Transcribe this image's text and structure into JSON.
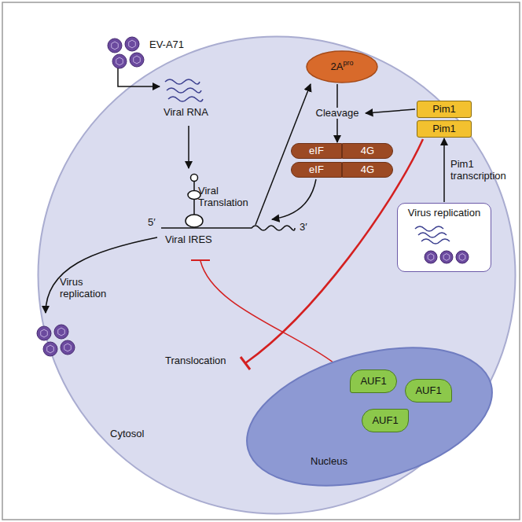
{
  "diagram": {
    "nodes": [
      {
        "text": [
          "Cytosol"
        ]
      },
      {
        "text": [
          "2A",
          "pro"
        ],
        "in": 0
      },
      {
        "text": [
          "Pim1"
        ],
        "in": 0
      },
      {
        "text": [
          "Pim1"
        ],
        "in": 0
      },
      {
        "text": [
          "eIF"
        ],
        "in": 0
      },
      {
        "text": [
          "4G"
        ],
        "in": 0
      },
      {
        "text": [
          "eIF"
        ],
        "in": 0
      },
      {
        "text": [
          "4G"
        ],
        "in": 0
      },
      {
        "text": [
          "Virus replication"
        ],
        "in": 0
      },
      {
        "text": [
          "Nucleus"
        ],
        "in": 0
      },
      {
        "text": [
          "AUF1"
        ],
        "in": 9
      },
      {
        "text": [
          "AUF1"
        ],
        "in": 9
      },
      {
        "text": [
          "AUF1"
        ],
        "in": 9
      }
    ],
    "edges": [
      {
        "from": 1,
        "to": 4,
        "arrow": "to",
        "label": "Cleavage"
      },
      {
        "from": 8,
        "to": 3,
        "arrow": "to",
        "label": "Pim1 transcription"
      }
    ],
    "labels": [
      "EV-A71",
      "Viral RNA",
      "5′",
      "3′",
      "Viral IRES",
      "Viral Translation",
      "Virus replication",
      "Translocation"
    ]
  }
}
